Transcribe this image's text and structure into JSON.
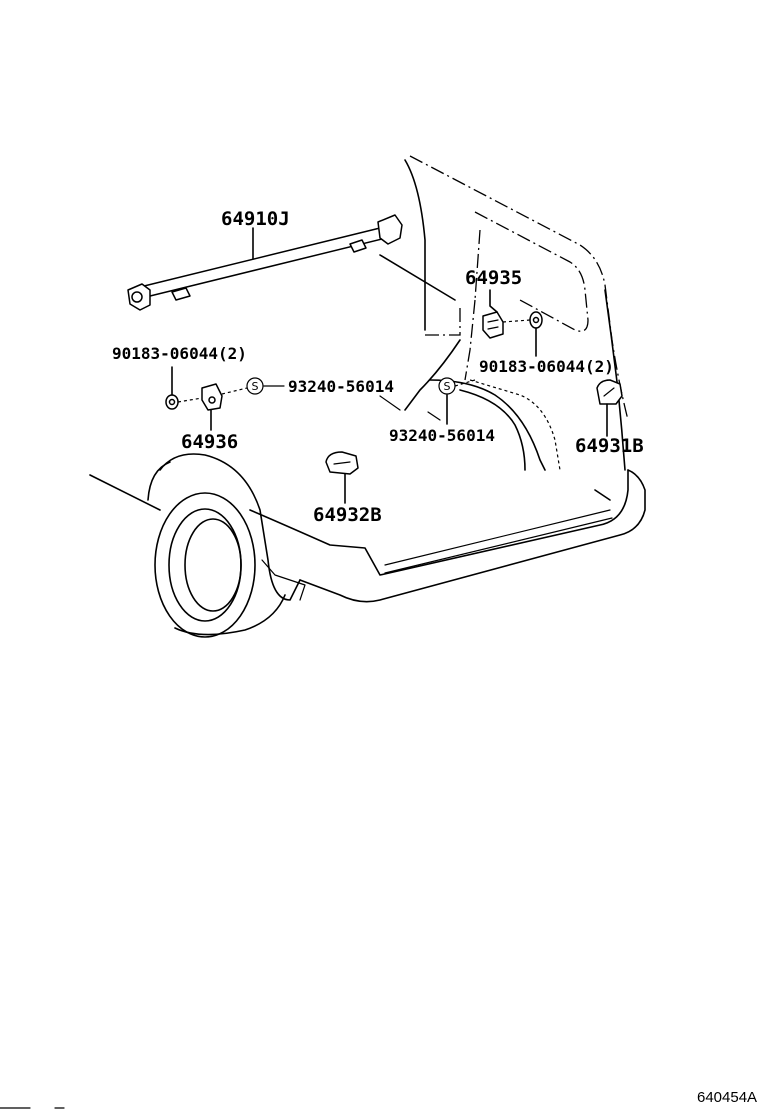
{
  "parts": {
    "p64910j": "64910J",
    "p64935": "64935",
    "p90183_left": "90183-06044(2)",
    "p90183_right": "90183-06044(2)",
    "p93240_left": "93240-56014",
    "p93240_right": "93240-56014",
    "p64936": "64936",
    "p64931b": "64931B",
    "p64932b": "64932B"
  },
  "screw_symbol": "S",
  "ref_code": "640454A"
}
